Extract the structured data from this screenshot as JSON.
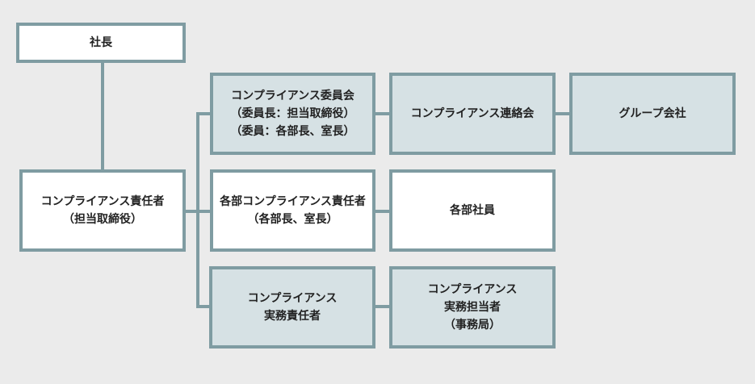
{
  "nodes": {
    "president": {
      "lines": [
        "社長"
      ]
    },
    "compliance_officer": {
      "lines": [
        "コンプライアンス責任者",
        "（担当取締役）"
      ]
    },
    "compliance_committee": {
      "lines": [
        "コンプライアンス委員会",
        "（委員長：担当取締役）",
        "（委員：各部長、室長）"
      ]
    },
    "compliance_liaison": {
      "lines": [
        "コンプライアンス連絡会"
      ]
    },
    "group_companies": {
      "lines": [
        "グループ会社"
      ]
    },
    "dept_compliance_officer": {
      "lines": [
        "各部コンプライアンス責任者",
        "（各部長、室長）"
      ]
    },
    "dept_employees": {
      "lines": [
        "各部社員"
      ]
    },
    "practical_officer": {
      "lines": [
        "コンプライアンス",
        "実務責任者"
      ]
    },
    "practical_staff": {
      "lines": [
        "コンプライアンス",
        "実務担当者",
        "（事務局）"
      ]
    }
  },
  "colors": {
    "border": "#7f9ca2",
    "tint_fill": "#d6e1e4",
    "white_fill": "#ffffff",
    "background": "#ebebeb"
  }
}
